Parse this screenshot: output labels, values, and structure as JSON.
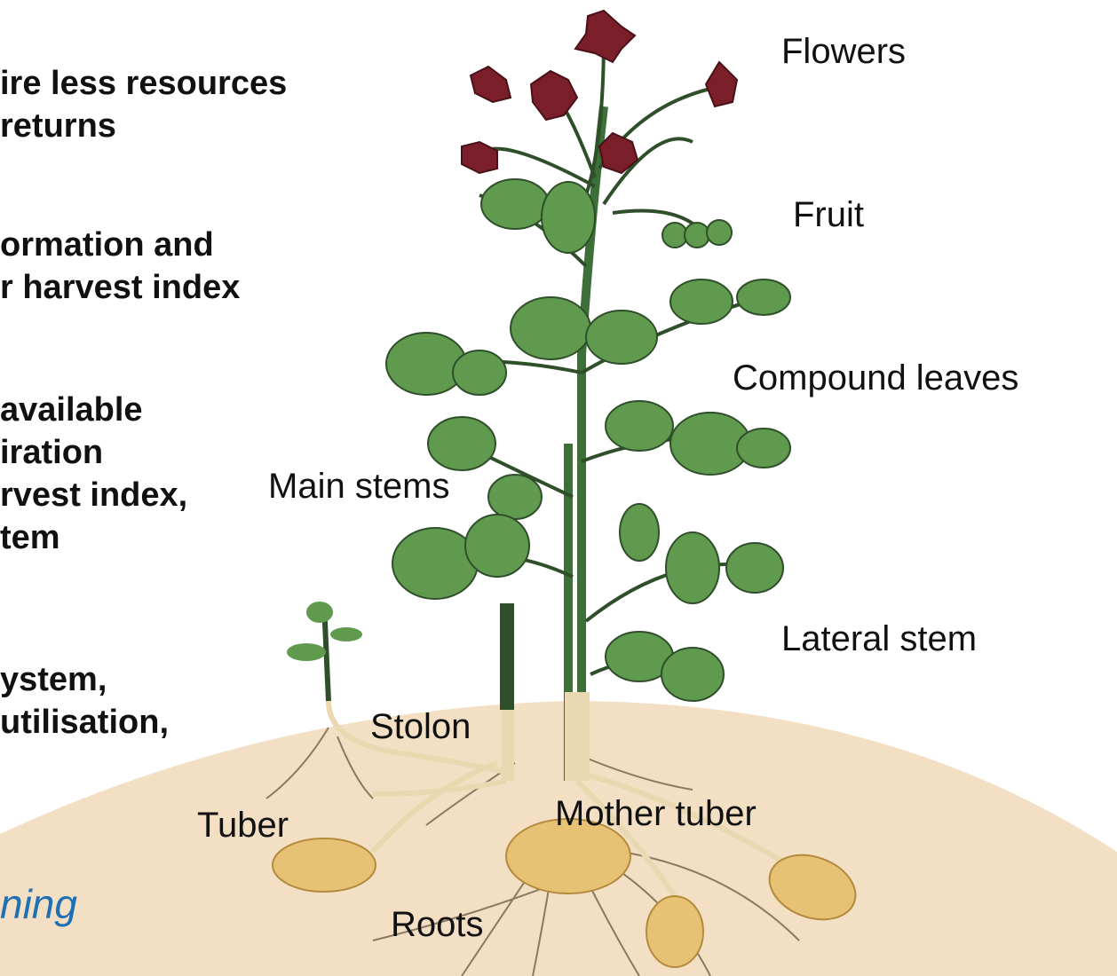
{
  "left_text": {
    "block1": [
      "ire less resources",
      "returns"
    ],
    "block2": [
      "ormation and",
      "r harvest index"
    ],
    "block3": [
      "available",
      "iration",
      "rvest index,",
      "tem"
    ],
    "block4": [
      "ystem,",
      "utilisation,"
    ],
    "italic": "ning"
  },
  "labels": {
    "flowers": "Flowers",
    "fruit": "Fruit",
    "compound_leaves": "Compound leaves",
    "main_stems": "Main stems",
    "lateral_stem": "Lateral stem",
    "stolon": "Stolon",
    "tuber": "Tuber",
    "mother_tuber": "Mother tuber",
    "roots": "Roots"
  },
  "colors": {
    "soil": "#f3dfc4",
    "leaf": "#5f9a4f",
    "leaf_dark": "#2f4f2a",
    "stem": "#3d6f38",
    "flower": "#7a1f2a",
    "tuber": "#e8c274",
    "italic_text": "#1f6fb5"
  }
}
